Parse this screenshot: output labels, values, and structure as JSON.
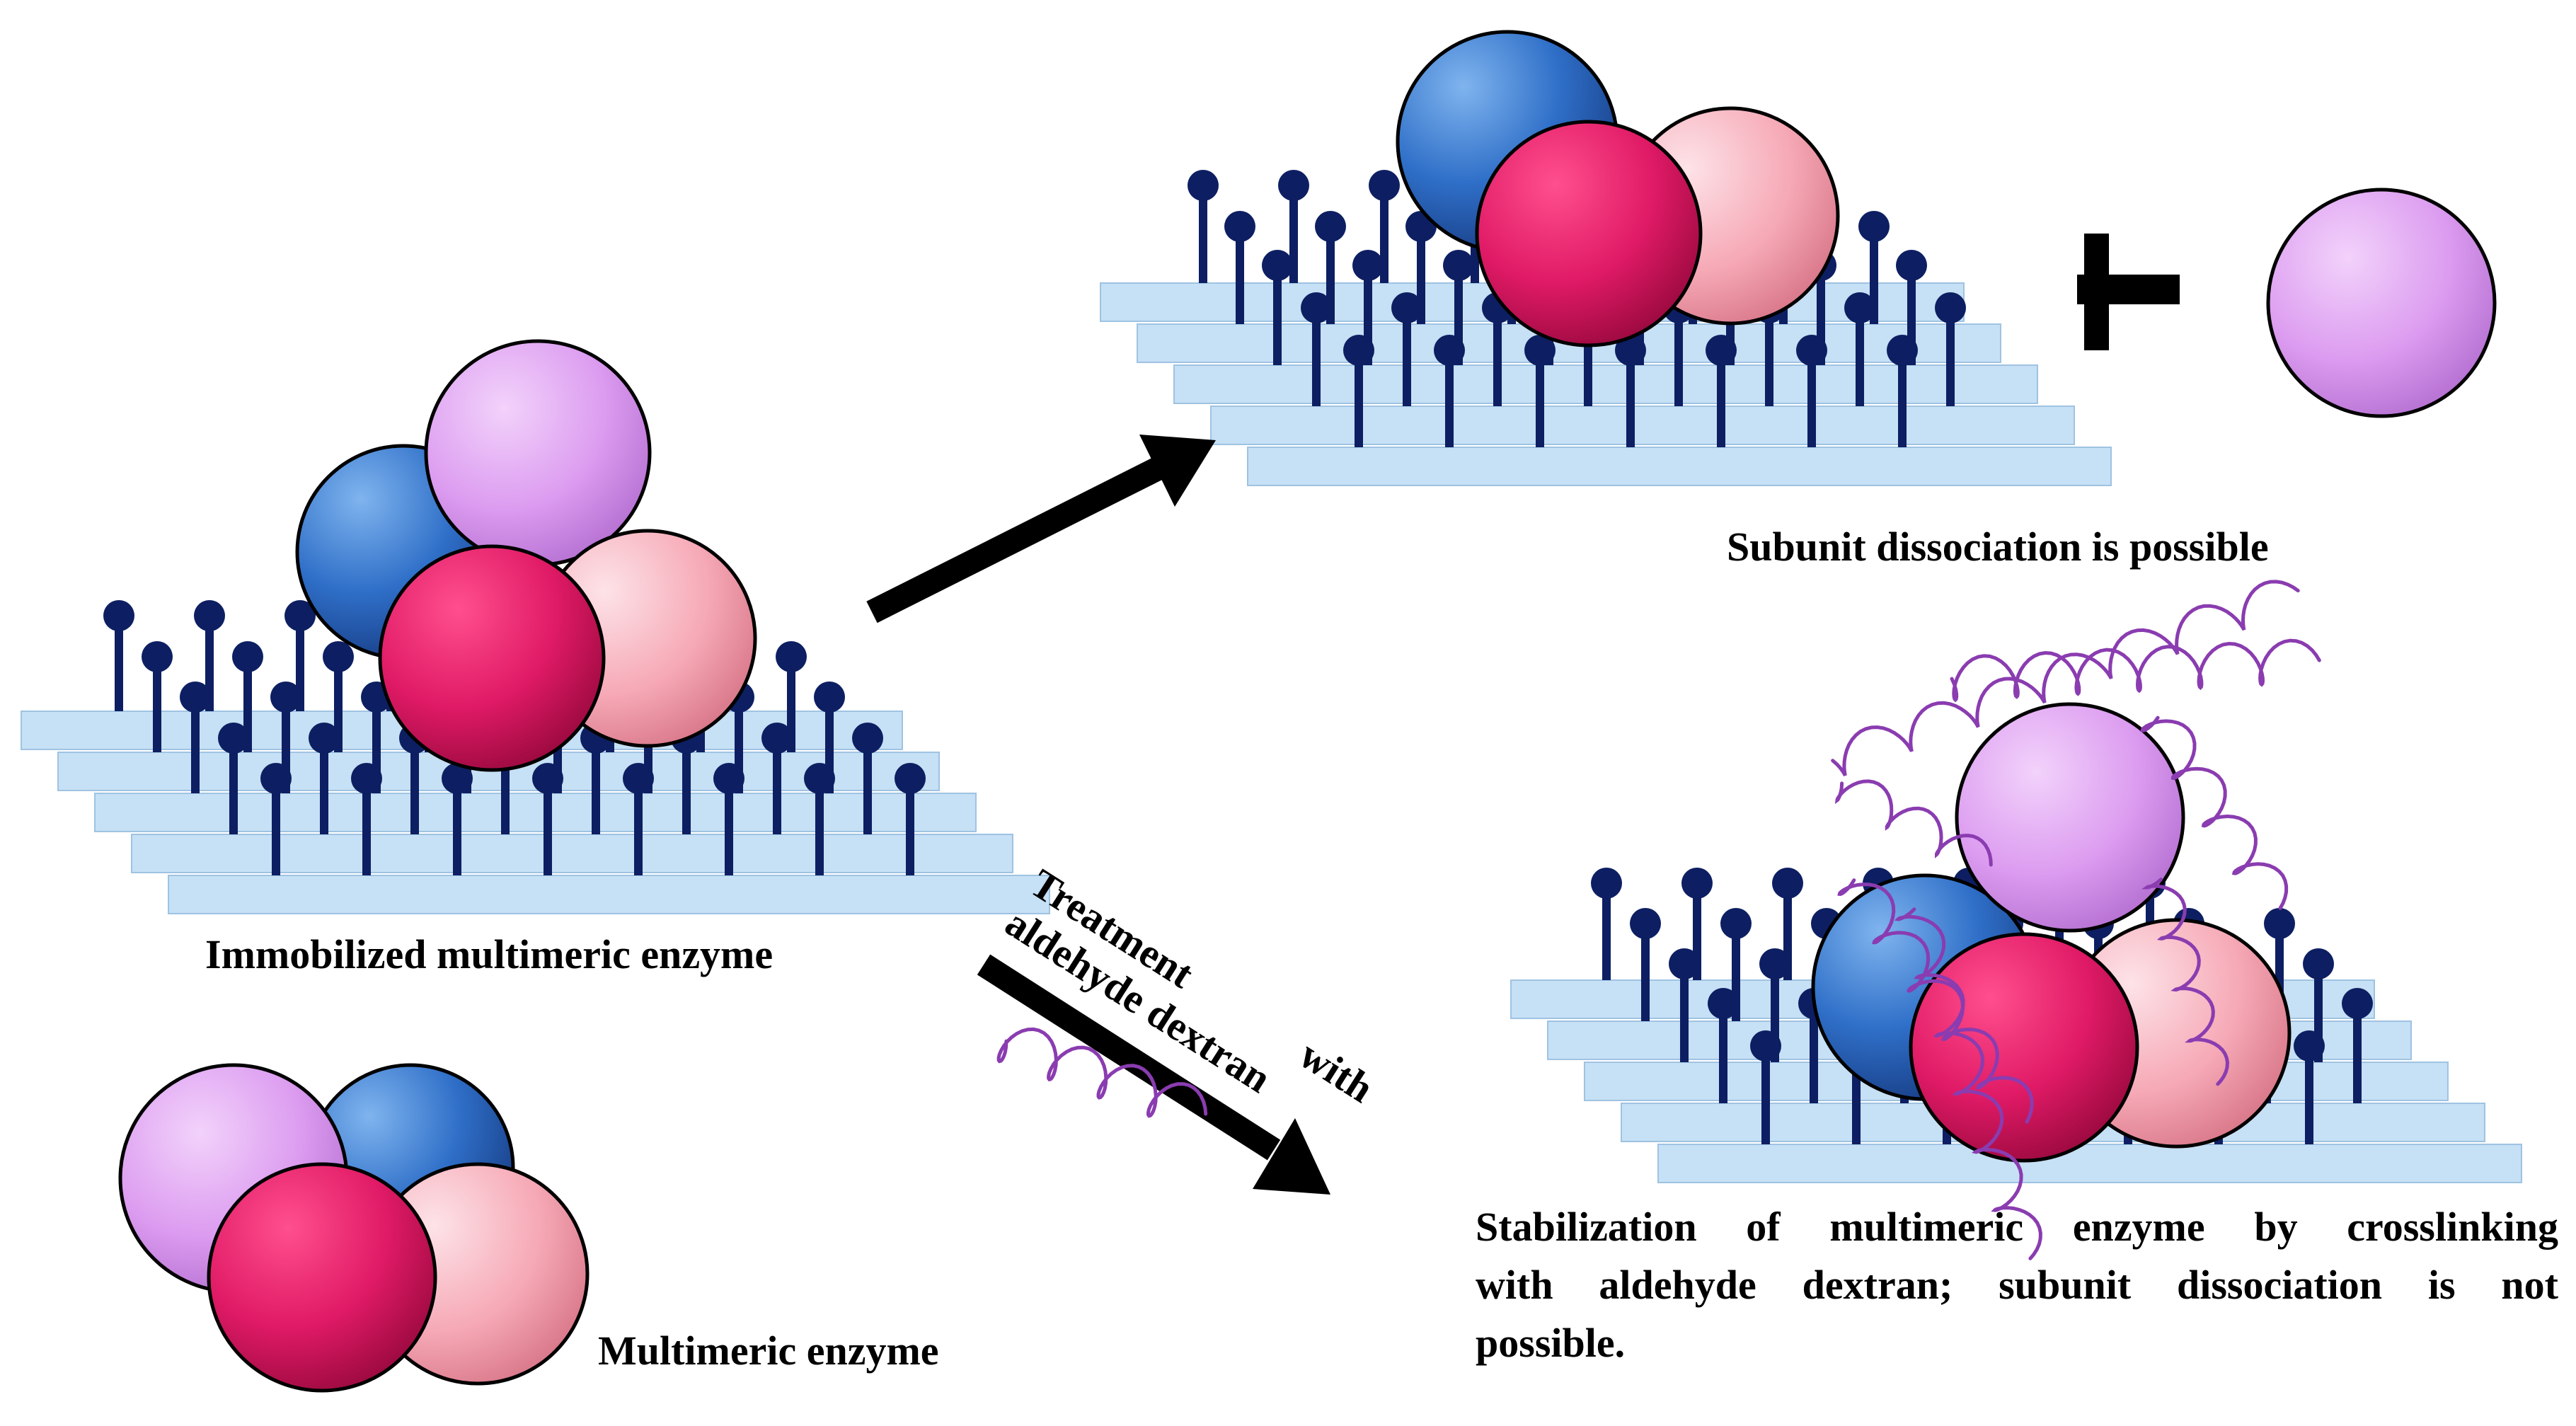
{
  "captions": {
    "immobilized": "Immobilized multimeric enzyme",
    "multimeric": "Multimeric enzyme",
    "dissociation": "Subunit dissociation  is possible",
    "stabilization_line1": "Stabilization  of  multimeric enzyme by crosslinking",
    "stabilization_line2": "with  aldehyde  dextran;  subunit  dissociation  is  not",
    "stabilization_line3": "possible."
  },
  "treatment": {
    "line1_a": "Treatment",
    "line1_b": "with",
    "line2": "aldehyde dextran"
  },
  "colors": {
    "support": "#c6e0f5",
    "support_edge": "#9fc3e2",
    "pin": "#0d1f62",
    "dextran": "#8a3cb0",
    "subunit_lilac": "#dc9cf0",
    "subunit_blue": "#2f6fc8",
    "subunit_magenta": "#e01a66",
    "subunit_pink": "#f6a9b6",
    "arrow": "#000000"
  }
}
